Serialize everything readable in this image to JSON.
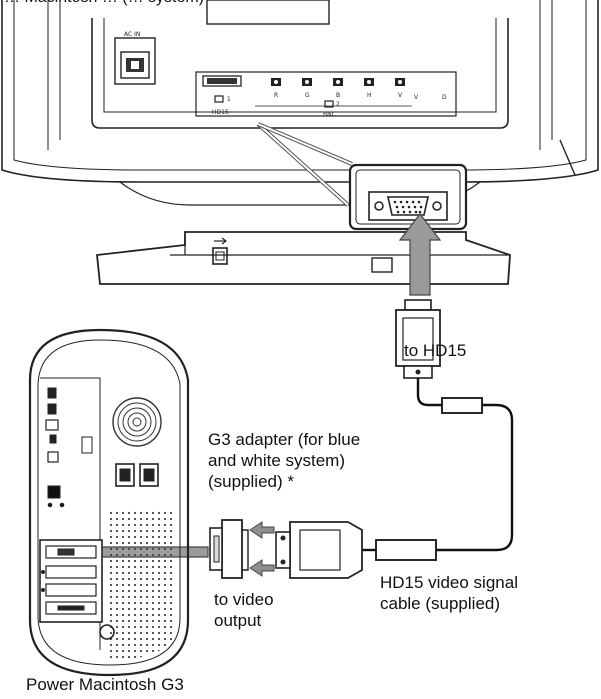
{
  "labels": {
    "top_caption": "… Macintosh … (… system)",
    "ac_in": "AC IN",
    "input1": "1",
    "input1_sub": "HD15",
    "input2": "2",
    "input2_sub": "BNC",
    "bnc_letters": [
      "R",
      "G",
      "B",
      "H",
      "V",
      "V",
      "D"
    ],
    "to_hd15": "to HD15",
    "adapter_line1": "G3 adapter (for blue",
    "adapter_line2": "and white system)",
    "adapter_line3": "(supplied) *",
    "to_video_line1": "to video",
    "to_video_line2": "output",
    "cable_line1": "HD15 video signal",
    "cable_line2": "cable (supplied)",
    "computer_name": "Power Macintosh G3"
  },
  "icons": [
    "power-connector-icon",
    "hd15-connector-icon",
    "tilt-lock-icon",
    "arrow-up-icon",
    "arrow-left-icon",
    "fan-grille-icon"
  ]
}
